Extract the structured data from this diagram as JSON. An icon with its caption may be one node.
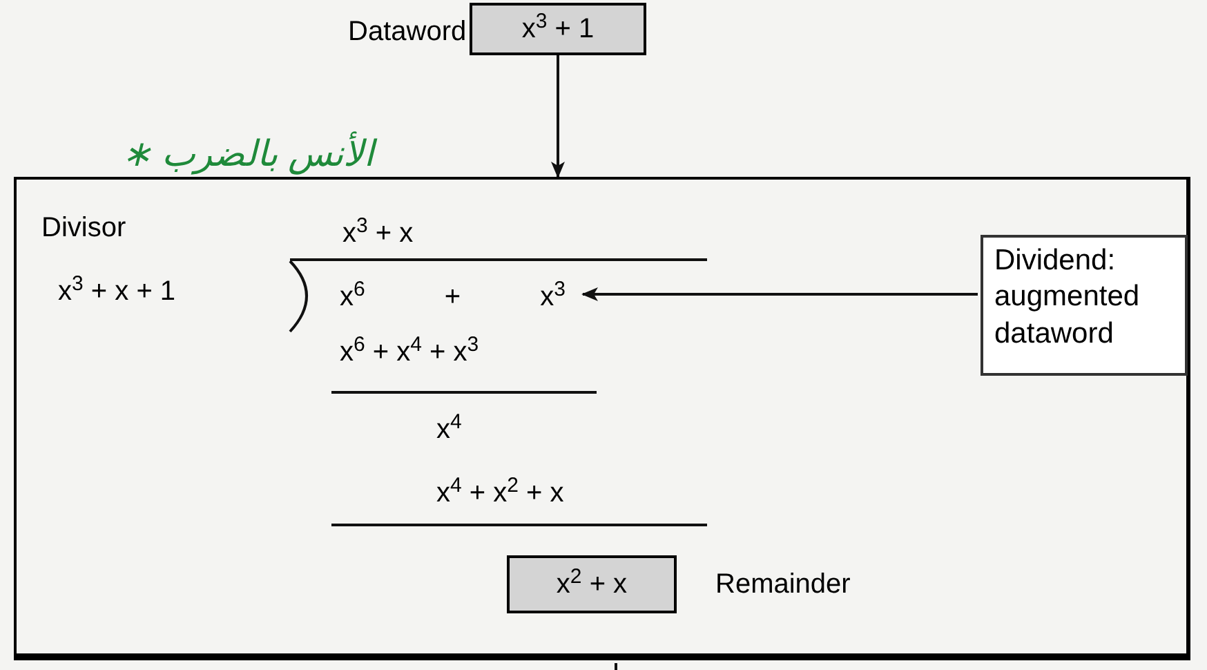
{
  "diagram": {
    "nodes": [
      {
        "text": [
          "x$^{3}$ + 1"
        ],
        "beside": [
          "Dataword"
        ]
      },
      {
        "text": [],
        "shape": "box"
      },
      {
        "text": [
          "Dividend: augmented dataword"
        ],
        "in": 1
      },
      {
        "text": [
          "x$^{6}$ + x$^{3}$"
        ],
        "in": 1
      },
      {
        "text": [
          "x$^{2}$ + x"
        ],
        "beside": [
          "Remainder"
        ],
        "in": 1
      }
    ],
    "edges": [
      {
        "from": 0,
        "to": 1,
        "arrow": "to"
      },
      {
        "from": 2,
        "to": 3,
        "arrow": "to"
      },
      {
        "from": 1,
        "to": null,
        "arrow": "none"
      }
    ],
    "labels": [
      "∗ الأنس بالضرب",
      "Divisor",
      "x$^{3}$ + x + 1",
      "x$^{3}$ + x",
      "x$^{6}$ + x$^{4}$ + x$^{3}$",
      "x$^{4}$",
      "x$^{4}$ + x$^{2}$ + x"
    ]
  }
}
